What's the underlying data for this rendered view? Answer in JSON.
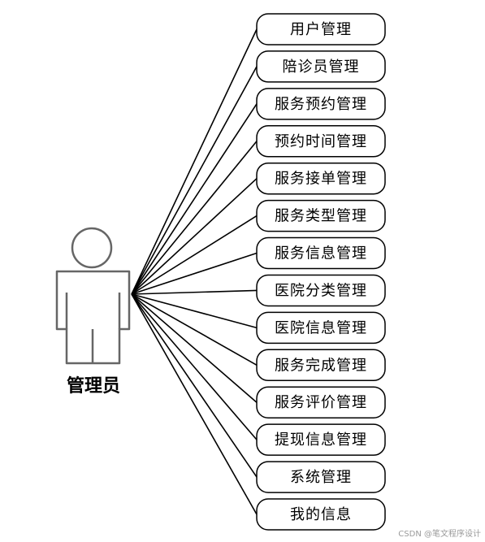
{
  "actor": {
    "label": "管理员"
  },
  "use_cases": [
    {
      "label": "用户管理"
    },
    {
      "label": "陪诊员管理"
    },
    {
      "label": "服务预约管理"
    },
    {
      "label": "预约时间管理"
    },
    {
      "label": "服务接单管理"
    },
    {
      "label": "服务类型管理"
    },
    {
      "label": "服务信息管理"
    },
    {
      "label": "医院分类管理"
    },
    {
      "label": "医院信息管理"
    },
    {
      "label": "服务完成管理"
    },
    {
      "label": "服务评价管理"
    },
    {
      "label": "提现信息管理"
    },
    {
      "label": "系统管理"
    },
    {
      "label": "我的信息"
    }
  ],
  "watermark": "CSDN @笔文程序设计",
  "colors": {
    "line": "#000000",
    "actor_outline": "#666666",
    "watermark": "#9a9a9a"
  }
}
